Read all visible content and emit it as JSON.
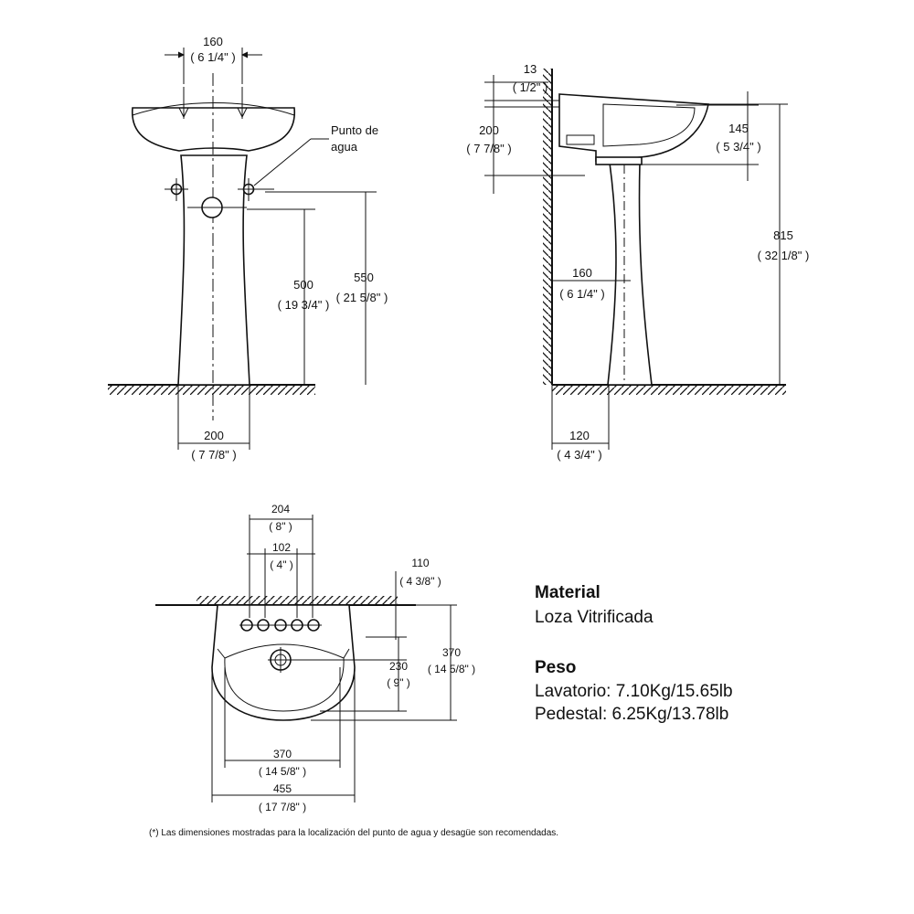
{
  "front_view": {
    "top_width": {
      "mm": "160",
      "in": "( 6 1/4\" )"
    },
    "water_point_label_1": "Punto de",
    "water_point_label_2": "agua",
    "height_500": {
      "mm": "500",
      "in": "( 19 3/4\" )"
    },
    "height_550": {
      "mm": "550",
      "in": "( 21 5/8\" )"
    },
    "base_width": {
      "mm": "200",
      "in": "( 7 7/8\" )"
    }
  },
  "side_view": {
    "depth_13": {
      "mm": "13",
      "in": "( 1/2\" )"
    },
    "height_200": {
      "mm": "200",
      "in": "( 7 7/8\" )"
    },
    "rim_145": {
      "mm": "145",
      "in": "( 5 3/4\" )"
    },
    "total_815": {
      "mm": "815",
      "in": "( 32 1/8\" )"
    },
    "offset_160": {
      "mm": "160",
      "in": "( 6 1/4\" )"
    },
    "base_120": {
      "mm": "120",
      "in": "( 4 3/4\" )"
    }
  },
  "top_view": {
    "width_204": {
      "mm": "204",
      "in": "( 8\" )"
    },
    "width_102": {
      "mm": "102",
      "in": "( 4\" )"
    },
    "depth_110": {
      "mm": "110",
      "in": "( 4 3/8\" )"
    },
    "depth_370": {
      "mm": "370",
      "in": "( 14 5/8\" )"
    },
    "depth_230": {
      "mm": "230",
      "in": "( 9\" )"
    },
    "bowl_370": {
      "mm": "370",
      "in": "( 14 5/8\" )"
    },
    "width_455": {
      "mm": "455",
      "in": "( 17 7/8\" )"
    }
  },
  "specs": {
    "material_title": "Material",
    "material_value": "Loza Vitrificada",
    "weight_title": "Peso",
    "weight_basin": "Lavatorio: 7.10Kg/15.65lb",
    "weight_pedestal": "Pedestal: 6.25Kg/13.78lb"
  },
  "footnote": "(*) Las dimensiones mostradas para la localización del punto de agua y desagüe son recomendadas."
}
